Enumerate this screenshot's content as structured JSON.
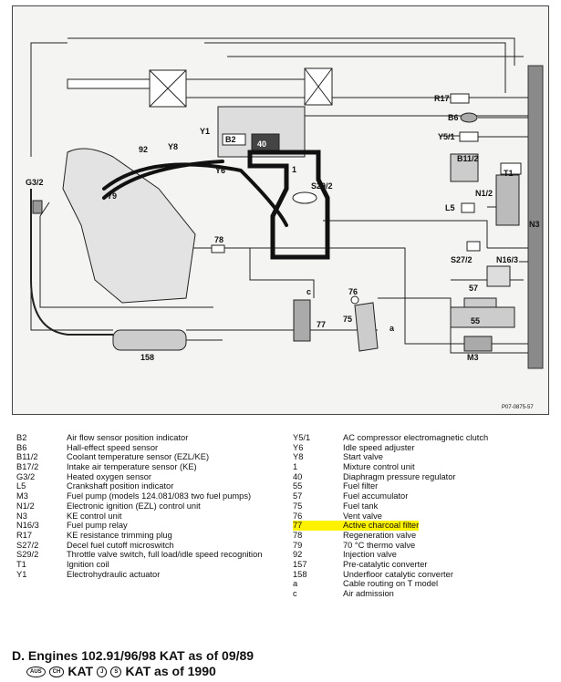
{
  "diagram": {
    "figure_code": "P07-0875-57",
    "labels": {
      "r17": "R17",
      "b6": "B6",
      "y51": "Y5/1",
      "b112": "B11/2",
      "t1": "T1",
      "n12": "N1/2",
      "l5": "L5",
      "n3": "N3",
      "s272": "S27/2",
      "n163": "N16/3",
      "n57": "57",
      "n55": "55",
      "m3": "M3",
      "n75": "75",
      "a": "a",
      "n76": "76",
      "c": "c",
      "n77": "77",
      "n78": "78",
      "n158": "158",
      "g32": "G3/2",
      "n79": "79",
      "n92": "92",
      "y8": "Y8",
      "y1": "Y1",
      "b2": "B2",
      "n40": "40",
      "y6": "Y6",
      "n1": "1",
      "s292": "S29/2"
    }
  },
  "legend": {
    "left": [
      {
        "code": "B2",
        "desc": "Air flow sensor position indicator"
      },
      {
        "code": "B6",
        "desc": "Hall-effect speed sensor"
      },
      {
        "code": "B11/2",
        "desc": "Coolant temperature sensor (EZL/KE)"
      },
      {
        "code": "B17/2",
        "desc": "Intake air temperature sensor (KE)"
      },
      {
        "code": "G3/2",
        "desc": "Heated oxygen sensor"
      },
      {
        "code": "L5",
        "desc": "Crankshaft position indicator"
      },
      {
        "code": "M3",
        "desc": "Fuel pump (models 124.081/083 two fuel pumps)"
      },
      {
        "code": "N1/2",
        "desc": "Electronic ignition (EZL) control unit"
      },
      {
        "code": "N3",
        "desc": "KE control unit"
      },
      {
        "code": "N16/3",
        "desc": "Fuel pump relay"
      },
      {
        "code": "R17",
        "desc": "KE resistance trimming plug"
      },
      {
        "code": "S27/2",
        "desc": "Decel fuel cutoff microswitch"
      },
      {
        "code": "S29/2",
        "desc": "Throttle valve switch, full load/idle speed recognition"
      },
      {
        "code": "T1",
        "desc": "Ignition coil"
      },
      {
        "code": "Y1",
        "desc": "Electrohydraulic actuator"
      }
    ],
    "right": [
      {
        "code": "Y5/1",
        "desc": "AC compressor electromagnetic clutch"
      },
      {
        "code": "Y6",
        "desc": "Idle speed adjuster"
      },
      {
        "code": "Y8",
        "desc": "Start valve"
      },
      {
        "code": "1",
        "desc": "Mixture control unit"
      },
      {
        "code": "40",
        "desc": "Diaphragm pressure regulator"
      },
      {
        "code": "55",
        "desc": "Fuel filter"
      },
      {
        "code": "57",
        "desc": "Fuel accumulator"
      },
      {
        "code": "75",
        "desc": "Fuel tank"
      },
      {
        "code": "76",
        "desc": "Vent valve"
      },
      {
        "code": "77",
        "desc": "Active charcoal filter"
      },
      {
        "code": "78",
        "desc": "Regeneration valve"
      },
      {
        "code": "79",
        "desc": "70 °C thermo valve"
      },
      {
        "code": "92",
        "desc": "Injection valve"
      },
      {
        "code": "157",
        "desc": "Pre-catalytic converter"
      },
      {
        "code": "158",
        "desc": "Underfloor catalytic converter"
      },
      {
        "code": "a",
        "desc": "Cable routing on T model"
      },
      {
        "code": "c",
        "desc": "Air admission"
      }
    ]
  },
  "footer": {
    "line1": "D.  Engines 102.91/96/98 KAT as of 09/89",
    "aus": "AUS",
    "ch": "CH",
    "kat1": "KAT",
    "j": "J",
    "s": "S",
    "kat2": "KAT as of 1990"
  },
  "colors": {
    "highlight": "#fff200",
    "frame": "#444444",
    "diagram_bg": "#f4f4f2"
  }
}
